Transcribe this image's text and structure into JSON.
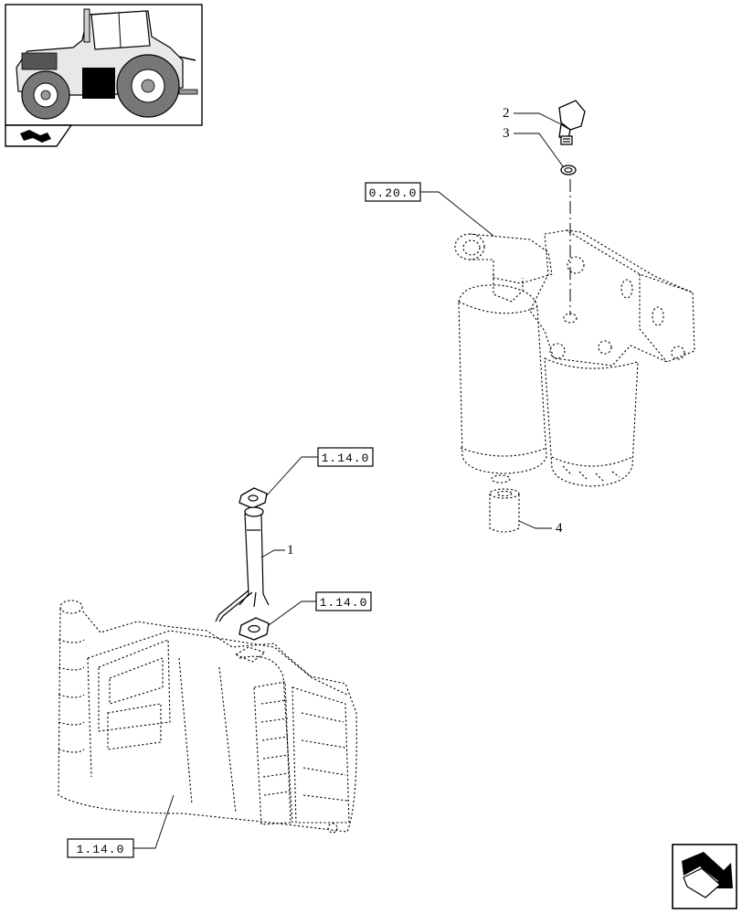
{
  "reference_labels": {
    "filter_head": "0.20.0",
    "upper_gasket": "1.14.0",
    "lower_gasket": "1.14.0",
    "fuel_tank": "1.14.0"
  },
  "callouts": {
    "item_1": "1",
    "item_2": "2",
    "item_3": "3",
    "item_4": "4"
  },
  "icons": {
    "thumbnail": "tractor-thumbnail-icon",
    "thumbnail_nav": "section-arrow-icon",
    "page_nav": "next-page-arrow-icon"
  }
}
